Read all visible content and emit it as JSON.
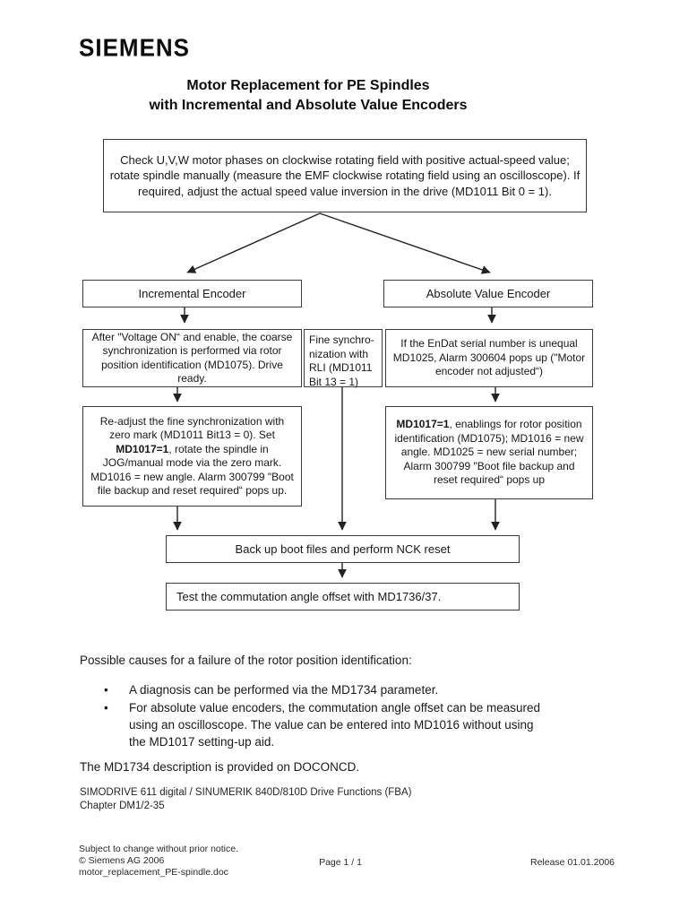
{
  "logo": "SIEMENS",
  "title": {
    "line1": "Motor Replacement for PE Spindles",
    "line2": "with Incremental and Absolute Value Encoders"
  },
  "flowchart": {
    "check": "Check U,V,W motor phases on clockwise rotating field with positive actual-speed value; rotate spindle manually (measure the EMF clockwise rotating field using an oscilloscope). If required, adjust the actual speed value inversion in the drive (MD1011 Bit 0 = 1).",
    "incremental": "Incremental Encoder",
    "absolute": "Absolute Value Encoder",
    "coarse_sync": "After \"Voltage ON“ and enable, the coarse synchronization is performed via rotor position identification (MD1075). Drive ready.",
    "fine_sync": "Fine synchro-nization with RLI (MD1011 Bit 13 = 1)",
    "endat": "If the EnDat serial number is unequal MD1025, Alarm 300604 pops up (\"Motor encoder not adjusted“)",
    "readjust": {
      "pre": "Re-adjust the fine synchronization with zero mark (MD1011 Bit13 = 0). Set ",
      "bold": "MD1017=1",
      "post": ", rotate the spindle in JOG/manual mode via the zero mark. MD1016 = new angle. Alarm 300799 \"Boot file backup and reset required“ pops up."
    },
    "enablings": {
      "bold": "MD1017=1",
      "post": ", enablings for rotor position identification (MD1075); MD1016 = new angle. MD1025 = new serial number; Alarm 300799 \"Boot file backup and reset required“ pops up"
    },
    "backup": "Back up boot files and perform NCK reset",
    "test": "Test the commutation angle offset with MD1736/37."
  },
  "body": {
    "intro": "Possible causes for a failure of the rotor position identification:",
    "bullets": [
      "A diagnosis can be performed via the MD1734 parameter.",
      "For absolute value encoders, the commutation angle offset can be measured using an oscilloscope. The value can be entered into MD1016 without using the MD1017 setting-up aid."
    ],
    "note": "The MD1734 description is provided on DOCONCD.",
    "reference_line1": "SIMODRIVE 611 digital / SINUMERIK 840D/810D Drive Functions (FBA)",
    "reference_line2": "Chapter DM1/2-35"
  },
  "footer": {
    "notice": "Subject to change without prior notice.",
    "copyright": "© Siemens AG 2006",
    "filename": "motor_replacement_PE-spindle.doc",
    "page": "Page 1 / 1",
    "release": "Release 01.01.2006"
  }
}
